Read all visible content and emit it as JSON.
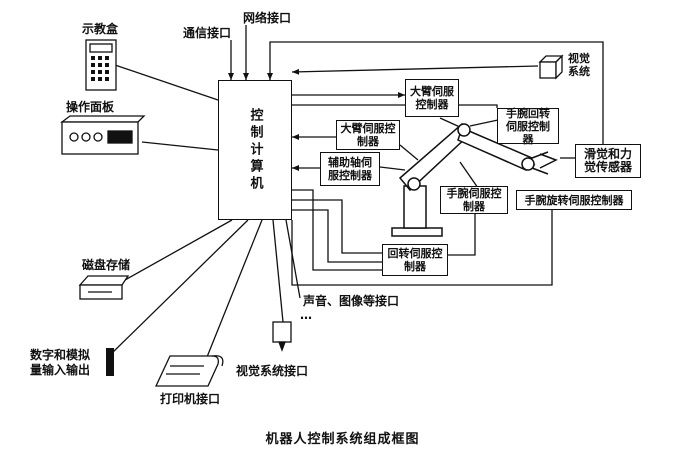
{
  "caption": "机器人控制系统组成框图",
  "center": {
    "label": "控制计算机"
  },
  "top_inputs": {
    "comm": "通信接口",
    "network": "网络接口"
  },
  "left_devices": {
    "teach_box": "示教盒",
    "operation_panel": "操作面板",
    "disk_storage": "磁盘存储",
    "io_line1": "数字和模拟",
    "io_line2": "量输入输出",
    "printer": "打印机接口",
    "vision_iface": "视觉系统接口",
    "sound_iface": "声音、图像等接口",
    "ellipsis": "…"
  },
  "servo_boxes": {
    "big_arm_1": "大臂伺服控制器",
    "big_arm_2": "大臂伺服控制器",
    "aux_axis": "辅助轴伺服控制器",
    "wrist_rot": "手腕回转伺服控制器",
    "wrist_servo": "手腕伺服控制器",
    "wrist_spin": "手腕旋转伺服控制器",
    "rotation": "回转伺服控制器"
  },
  "sensors": {
    "vision": "视觉系统",
    "slip_force": "滑觉和力觉传感器"
  }
}
